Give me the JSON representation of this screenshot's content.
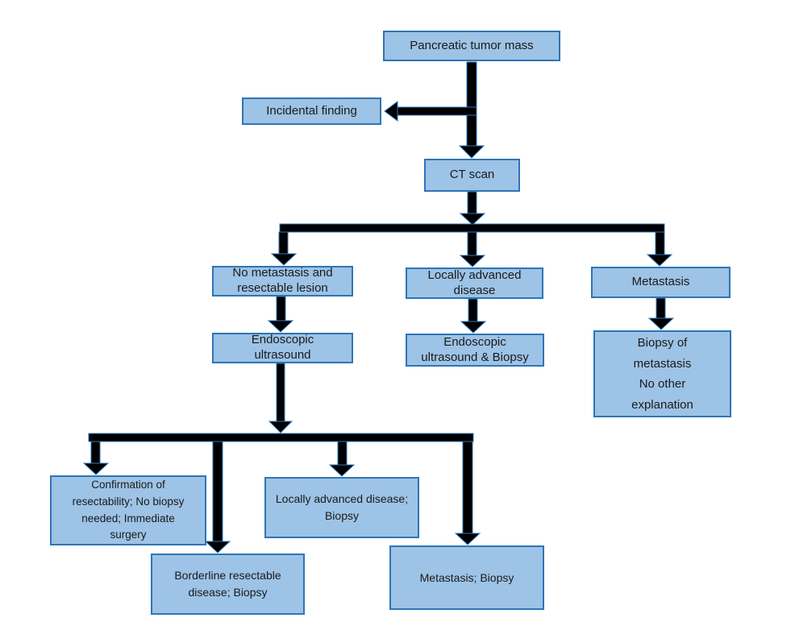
{
  "diagram": {
    "type": "flowchart",
    "colors": {
      "box_fill": "#9dc3e6",
      "box_border": "#2e75b6",
      "connector_fill": "#000000",
      "connector_outline": "#2e75b6",
      "text": "#1a1a1a",
      "background": "#ffffff"
    },
    "nodes": {
      "pancreatic_tumor_mass": {
        "label": "Pancreatic tumor mass"
      },
      "incidental_finding": {
        "label": "Incidental finding"
      },
      "ct_scan": {
        "label": "CT scan"
      },
      "no_metastasis_resectable": {
        "label": "No metastasis and\nresectable lesion"
      },
      "locally_advanced_disease": {
        "label": "Locally advanced\ndisease"
      },
      "metastasis": {
        "label": "Metastasis"
      },
      "endoscopic_ultrasound": {
        "label": "Endoscopic\nultrasound"
      },
      "endoscopic_ultrasound_biopsy": {
        "label": "Endoscopic\nultrasound & Biopsy"
      },
      "biopsy_of_metastasis": {
        "label": "Biopsy of\nmetastasis\nNo other\nexplanation"
      },
      "confirmation_of_resectability": {
        "label": "Confirmation of\nresectability; No biopsy\nneeded; Immediate\nsurgery"
      },
      "borderline_resectable": {
        "label": "Borderline resectable\ndisease; Biopsy"
      },
      "locally_advanced_biopsy": {
        "label": "Locally advanced disease;\nBiopsy"
      },
      "metastasis_biopsy": {
        "label": "Metastasis; Biopsy"
      }
    },
    "edges": [
      {
        "from": "pancreatic_tumor_mass",
        "to": "ct_scan"
      },
      {
        "from": "pancreatic_tumor_mass",
        "to": "incidental_finding"
      },
      {
        "from": "ct_scan",
        "to": "no_metastasis_resectable"
      },
      {
        "from": "ct_scan",
        "to": "locally_advanced_disease"
      },
      {
        "from": "ct_scan",
        "to": "metastasis"
      },
      {
        "from": "no_metastasis_resectable",
        "to": "endoscopic_ultrasound"
      },
      {
        "from": "locally_advanced_disease",
        "to": "endoscopic_ultrasound_biopsy"
      },
      {
        "from": "metastasis",
        "to": "biopsy_of_metastasis"
      },
      {
        "from": "endoscopic_ultrasound",
        "to": "confirmation_of_resectability"
      },
      {
        "from": "endoscopic_ultrasound",
        "to": "borderline_resectable"
      },
      {
        "from": "endoscopic_ultrasound",
        "to": "locally_advanced_biopsy"
      },
      {
        "from": "endoscopic_ultrasound",
        "to": "metastasis_biopsy"
      }
    ]
  }
}
